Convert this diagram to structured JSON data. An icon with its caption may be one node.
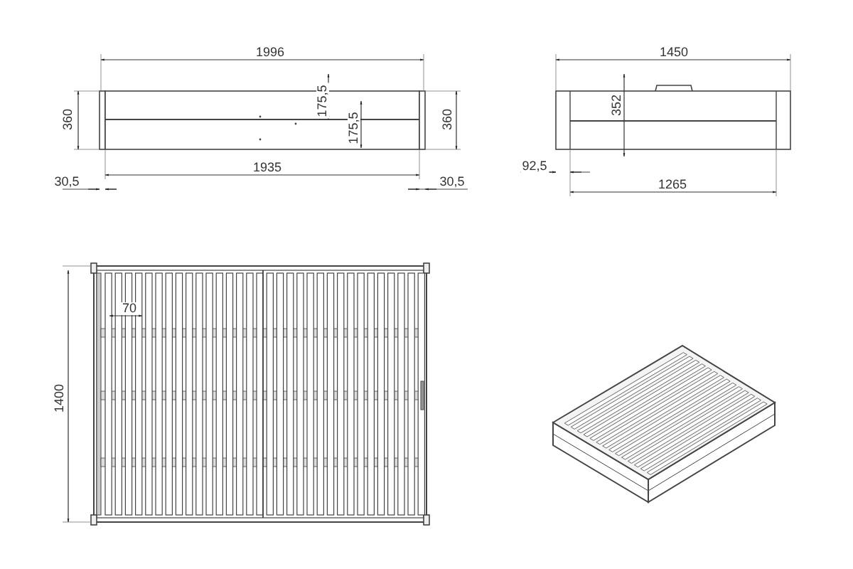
{
  "diagram": {
    "labels": [
      "1996",
      "360",
      "175,5",
      "175,5",
      "360",
      "1935",
      "30,5",
      "30,5",
      "1450",
      "352",
      "92,5",
      "1265",
      "1400",
      "70"
    ]
  }
}
